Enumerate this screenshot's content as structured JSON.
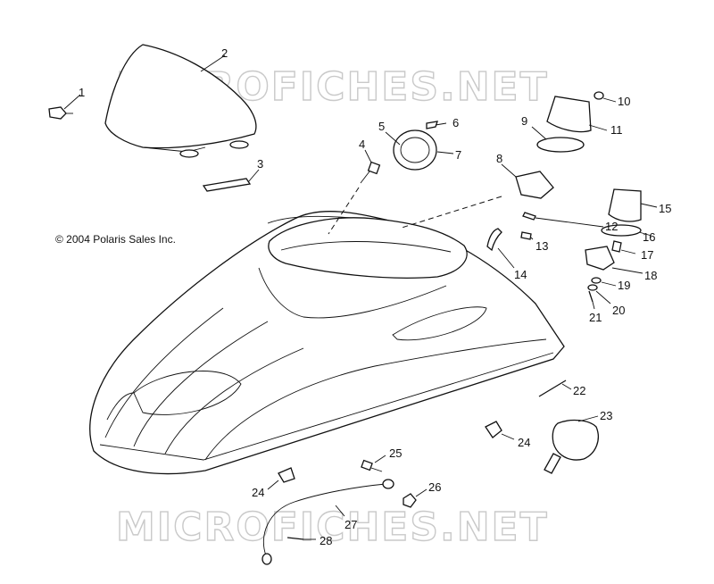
{
  "diagram": {
    "copyright": "© 2004 Polaris Sales Inc.",
    "watermark": "MICROFICHES.NET",
    "callouts": [
      "1",
      "2",
      "3",
      "4",
      "5",
      "6",
      "7",
      "8",
      "9",
      "10",
      "11",
      "12",
      "13",
      "14",
      "15",
      "16",
      "17",
      "18",
      "19",
      "20",
      "21",
      "22",
      "23",
      "24",
      "24",
      "25",
      "26",
      "27",
      "28"
    ]
  }
}
